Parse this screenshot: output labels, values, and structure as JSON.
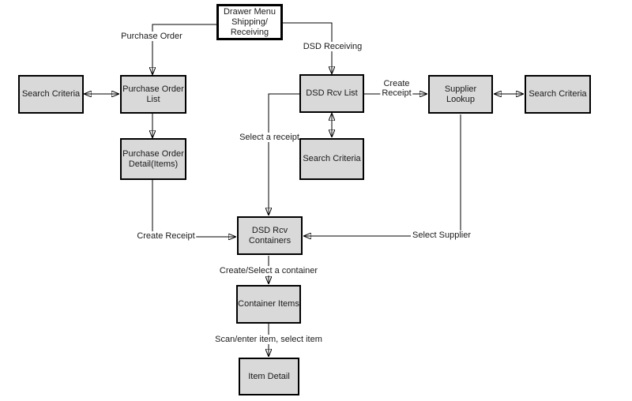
{
  "diagram": {
    "nodes": {
      "drawer_menu": {
        "label": "Drawer Menu\nShipping/\nReceiving"
      },
      "search_criteria_left": {
        "label": "Search Criteria"
      },
      "purchase_order_list": {
        "label": "Purchase Order\nList"
      },
      "purchase_order_detail": {
        "label": "Purchase Order\nDetail(Items)"
      },
      "dsd_rcv_list": {
        "label": "DSD Rcv List"
      },
      "search_criteria_mid": {
        "label": "Search Criteria"
      },
      "supplier_lookup": {
        "label": "Supplier Lookup"
      },
      "search_criteria_right": {
        "label": "Search Criteria"
      },
      "dsd_rcv_containers": {
        "label": "DSD Rcv\nContainers"
      },
      "container_items": {
        "label": "Container Items"
      },
      "item_detail": {
        "label": "Item Detail"
      }
    },
    "edge_labels": {
      "purchase_order": "Purchase Order",
      "dsd_receiving": "DSD Receiving",
      "create_receipt_right": "Create\nReceipt",
      "select_a_receipt": "Select a receipt",
      "create_receipt_left": "Create Receipt",
      "select_supplier": "Select Supplier",
      "create_select_container": "Create/Select a container",
      "scan_enter_item": "Scan/enter item, select item"
    },
    "colors": {
      "node_fill": "#d9d9d9",
      "root_node_fill": "#ffffff",
      "border": "#000000",
      "line": "#000000",
      "background": "#ffffff"
    }
  }
}
